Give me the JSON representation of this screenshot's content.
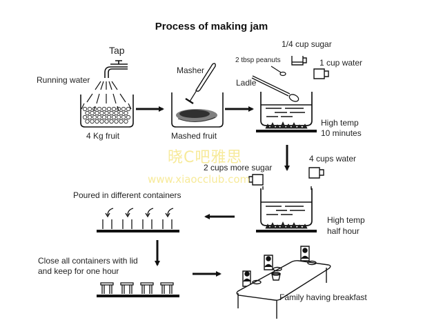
{
  "title": "Process of making jam",
  "labels": {
    "tap": "Tap",
    "running_water": "Running water",
    "fruit": "4 Kg fruit",
    "masher": "Masher",
    "mashed_fruit": "Mashed fruit",
    "sugar_quarter": "1/4 cup sugar",
    "peanuts": "2 tbsp peanuts",
    "water_one_cup": "1 cup water",
    "ladle": "Ladle",
    "high_temp_1": "High temp",
    "ten_minutes": "10 minutes",
    "more_sugar": "2 cups more sugar",
    "four_cups_water": "4 cups water",
    "high_temp_2": "High temp",
    "half_hour": "half hour",
    "poured": "Poured in different containers",
    "close_line1": "Close all containers with lid",
    "close_line2": "and keep for one hour",
    "family": "Family having breakfast"
  },
  "watermark": {
    "chinese": "晓C吧雅思",
    "url": "www.xiaocclub.com"
  },
  "steps": [
    "Wash 4 Kg fruit under running water from tap",
    "Mash fruit with masher",
    "Boil with 1/4 cup sugar, 2 tbsp peanuts, 1 cup water at high temp for 10 minutes",
    "Add 2 cups more sugar and 4 cups water, high temp half hour",
    "Pour into different containers",
    "Close all containers with lid and keep for one hour",
    "Family having breakfast"
  ],
  "colors": {
    "ink": "#111111",
    "watermark": "#f7ea9a"
  }
}
